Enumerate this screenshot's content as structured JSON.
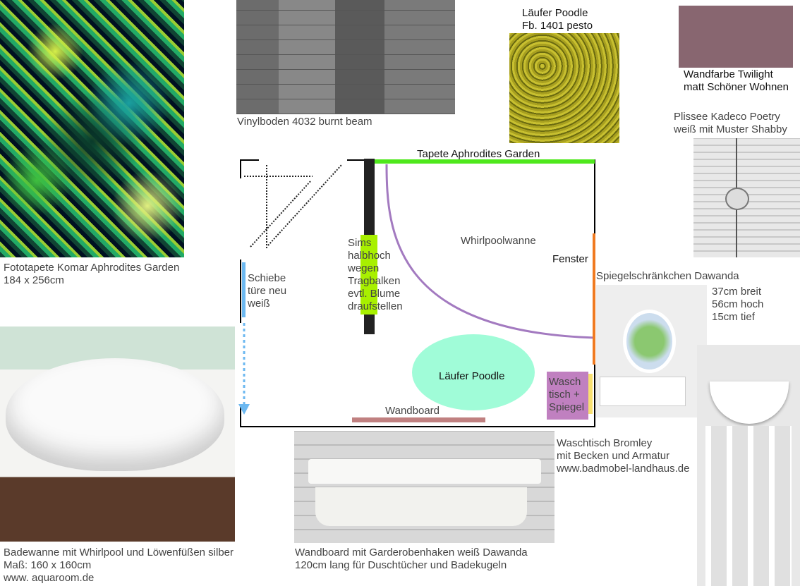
{
  "fototapete": {
    "line1": "Fototapete Komar Aphrodites Garden",
    "line2": "184 x 256cm"
  },
  "vinyl": {
    "caption": "Vinylboden 4032 burnt beam"
  },
  "laeufer": {
    "line1": "Läufer Poodle",
    "line2": "Fb. 1401 pesto"
  },
  "wandfarbe": {
    "line1": "Wandfarbe Twilight",
    "line2": "matt Schöner Wohnen",
    "color": "#886670"
  },
  "plissee": {
    "line1": "Plissee Kadeco Poetry",
    "line2": "weiß mit Muster Shabby"
  },
  "plan": {
    "tapete": "Tapete Aphrodites Garden",
    "sims": [
      "Sims",
      "halbhoch",
      "wegen",
      "Tragbalken",
      "evtl. Blume",
      "draufstellen"
    ],
    "whirlpool": "Whirlpoolwanne",
    "fenster": "Fenster",
    "schiebe": [
      "Schiebe",
      "türe neu",
      "weiß"
    ],
    "laeufer": "Läufer Poodle",
    "waschtisch": [
      "Wasch",
      "tisch +",
      "Spiegel"
    ],
    "wandboard": "Wandboard"
  },
  "spiegel": {
    "caption": "Spiegelschränkchen Dawanda",
    "dims": [
      "37cm breit",
      "56cm hoch",
      "15cm tief"
    ]
  },
  "badewanne": {
    "line1": "Badewanne mit Whirlpool und Löwenfüßen silber",
    "line2": "Maß: 160 x 160cm",
    "line3": "www. aquaroom.de"
  },
  "wandboard": {
    "line1": "Wandboard mit Garderobenhaken weiß Dawanda",
    "line2": "120cm lang für Duschtücher und Badekugeln"
  },
  "waschtisch": {
    "line1": "Waschtisch Bromley",
    "line2": "mit Becken und Armatur",
    "line3": "www.badmobel-landhaus.de"
  }
}
